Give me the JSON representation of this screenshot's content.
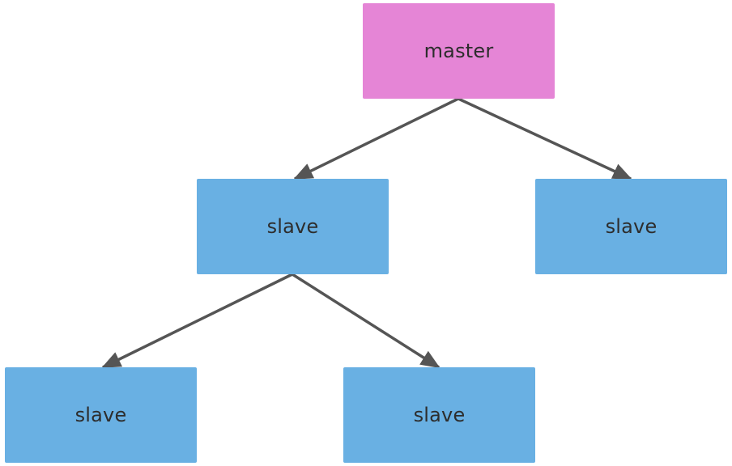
{
  "nodes": {
    "master": {
      "label": "master",
      "color": "#e585d6"
    },
    "slave_1": {
      "label": "slave",
      "color": "#69b0e3"
    },
    "slave_2": {
      "label": "slave",
      "color": "#69b0e3"
    },
    "slave_3": {
      "label": "slave",
      "color": "#69b0e3"
    },
    "slave_4": {
      "label": "slave",
      "color": "#69b0e3"
    }
  },
  "edges": [
    {
      "from": "master",
      "to": "slave_1"
    },
    {
      "from": "master",
      "to": "slave_2"
    },
    {
      "from": "slave_1",
      "to": "slave_3"
    },
    {
      "from": "slave_1",
      "to": "slave_4"
    }
  ],
  "edge_color": "#555555"
}
